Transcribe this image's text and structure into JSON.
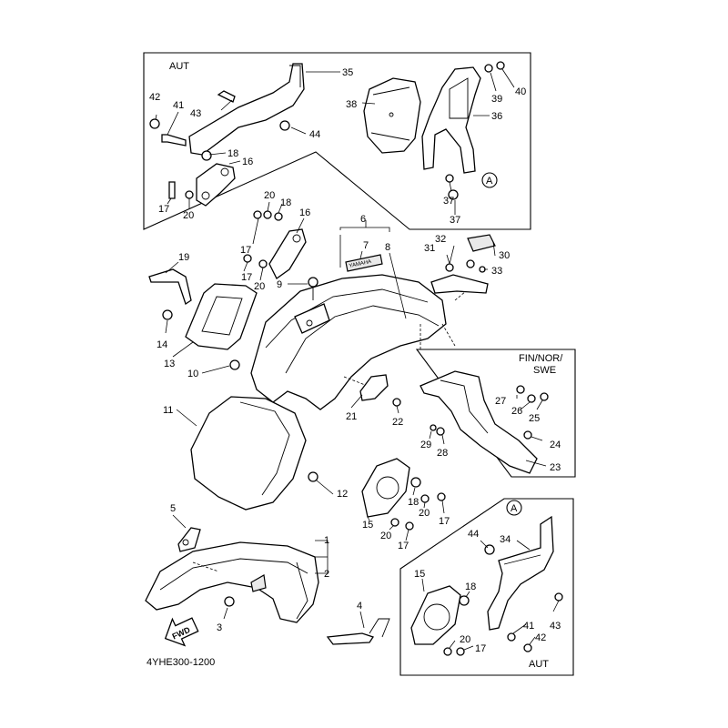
{
  "diagram": {
    "drawing_code": "4YHE300-1200",
    "direction_arrow": "FWD",
    "regions": {
      "top_box": "AUT",
      "right_box_line1": "FIN/NOR/",
      "right_box_line2": "SWE",
      "bottom_box_marker": "A",
      "bottom_box_footer": "AUT",
      "top_box_marker": "A"
    },
    "callouts": {
      "c1": "1",
      "c2": "2",
      "c3": "3",
      "c4": "4",
      "c5": "5",
      "c6": "6",
      "c7": "7",
      "c8": "8",
      "c9": "9",
      "c10": "10",
      "c11": "11",
      "c12": "12",
      "c13": "13",
      "c14": "14",
      "c15": "15",
      "c16": "16",
      "c17": "17",
      "c18": "18",
      "c19": "19",
      "c20": "20",
      "c21": "21",
      "c22": "22",
      "c23": "23",
      "c24": "24",
      "c25": "25",
      "c26": "26",
      "c27": "27",
      "c28": "28",
      "c29": "29",
      "c30": "30",
      "c31": "31",
      "c32": "32",
      "c33": "33",
      "c34": "34",
      "c35": "35",
      "c36": "36",
      "c37": "37",
      "c38": "38",
      "c39": "39",
      "c40": "40",
      "c41": "41",
      "c42": "42",
      "c43": "43",
      "c44": "44"
    },
    "emblem_text": "YAMAHA"
  }
}
